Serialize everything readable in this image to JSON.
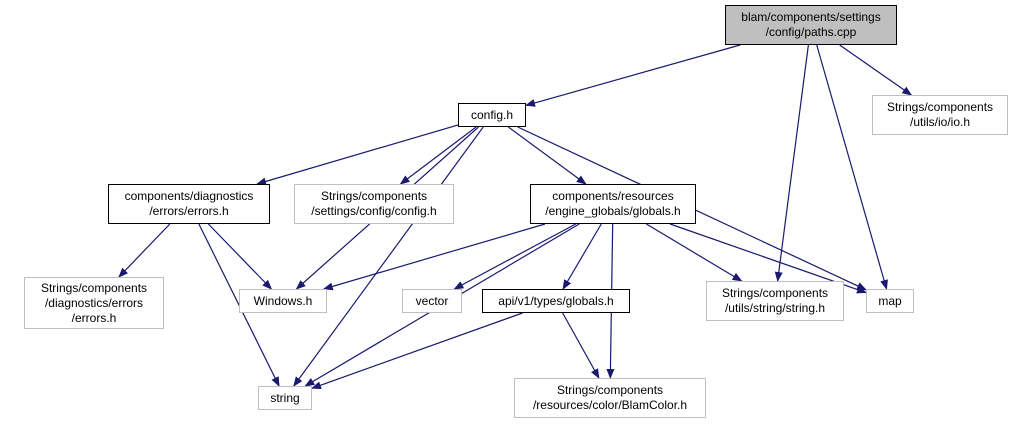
{
  "graph": {
    "edge_color": "#191970",
    "local_border_color": "#000000",
    "external_border_color": "#bfbfbf",
    "root_fill_color": "#bfbfbf",
    "nodes": {
      "paths_cpp": {
        "lines": [
          "blam/components/settings",
          "/config/paths.cpp"
        ],
        "kind": "root"
      },
      "config_h": {
        "lines": [
          "config.h"
        ],
        "kind": "local"
      },
      "io_h": {
        "lines": [
          "Strings/components",
          "/utils/io/io.h"
        ],
        "kind": "external"
      },
      "errors_h": {
        "lines": [
          "components/diagnostics",
          "/errors/errors.h"
        ],
        "kind": "local"
      },
      "settings_config_h": {
        "lines": [
          "Strings/components",
          "/settings/config/config.h"
        ],
        "kind": "external"
      },
      "globals_h": {
        "lines": [
          "components/resources",
          "/engine_globals/globals.h"
        ],
        "kind": "local"
      },
      "diag_errors_h": {
        "lines": [
          "Strings/components",
          "/diagnostics/errors",
          "/errors.h"
        ],
        "kind": "external"
      },
      "windows_h": {
        "lines": [
          "Windows.h"
        ],
        "kind": "external"
      },
      "vector": {
        "lines": [
          "vector"
        ],
        "kind": "external"
      },
      "api_globals_h": {
        "lines": [
          "api/v1/types/globals.h"
        ],
        "kind": "local"
      },
      "string_h": {
        "lines": [
          "Strings/components",
          "/utils/string/string.h"
        ],
        "kind": "external"
      },
      "map": {
        "lines": [
          "map"
        ],
        "kind": "external"
      },
      "string": {
        "lines": [
          "string"
        ],
        "kind": "external"
      },
      "blamcolor_h": {
        "lines": [
          "Strings/components",
          "/resources/color/BlamColor.h"
        ],
        "kind": "external"
      }
    },
    "edges": [
      [
        "paths_cpp",
        "config_h"
      ],
      [
        "paths_cpp",
        "io_h"
      ],
      [
        "paths_cpp",
        "string_h"
      ],
      [
        "paths_cpp",
        "map"
      ],
      [
        "config_h",
        "errors_h"
      ],
      [
        "config_h",
        "settings_config_h"
      ],
      [
        "config_h",
        "globals_h"
      ],
      [
        "config_h",
        "windows_h"
      ],
      [
        "config_h",
        "map"
      ],
      [
        "config_h",
        "string"
      ],
      [
        "errors_h",
        "diag_errors_h"
      ],
      [
        "errors_h",
        "windows_h"
      ],
      [
        "errors_h",
        "string"
      ],
      [
        "globals_h",
        "windows_h"
      ],
      [
        "globals_h",
        "vector"
      ],
      [
        "globals_h",
        "api_globals_h"
      ],
      [
        "globals_h",
        "string_h"
      ],
      [
        "globals_h",
        "map"
      ],
      [
        "globals_h",
        "string"
      ],
      [
        "globals_h",
        "blamcolor_h"
      ],
      [
        "api_globals_h",
        "string"
      ],
      [
        "api_globals_h",
        "blamcolor_h"
      ]
    ]
  }
}
